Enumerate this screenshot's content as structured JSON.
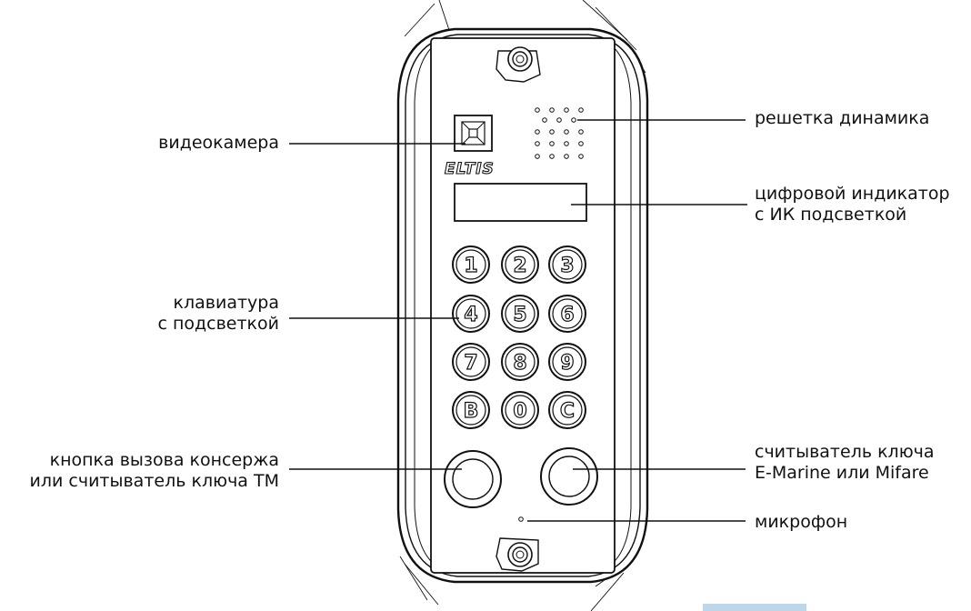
{
  "panel": {
    "brand": "ELTIS",
    "keypad": [
      "1",
      "2",
      "3",
      "4",
      "5",
      "6",
      "7",
      "8",
      "9",
      "B",
      "0",
      "C"
    ]
  },
  "callouts": {
    "camera": [
      "видеокамера"
    ],
    "keypad": [
      "клавиатура",
      "с подсветкой"
    ],
    "concierge_button": [
      "кнопка вызова консержа",
      "или считыватель ключа ТМ"
    ],
    "speaker_grille": [
      "решетка динамика"
    ],
    "display": [
      "цифровой индикатор",
      "с ИК подсветкой"
    ],
    "key_reader": [
      "считыватель ключа",
      "E-Marine или Mifare"
    ],
    "microphone": [
      "микрофон"
    ]
  },
  "colors": {
    "line": "#111111",
    "panel_fill": "#ffffff",
    "corner_tab": "#bcd7ea"
  }
}
